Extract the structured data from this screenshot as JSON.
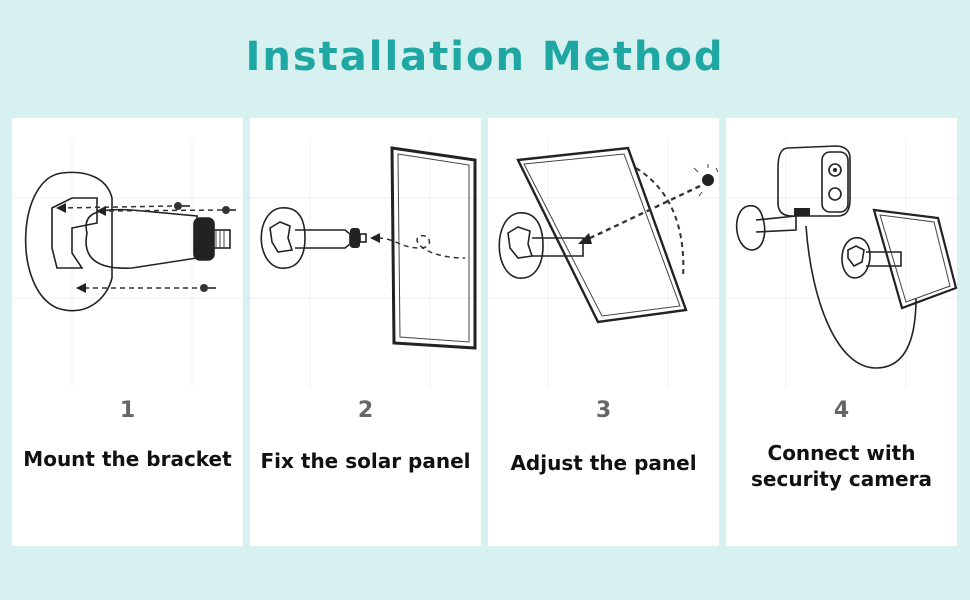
{
  "title": "Installation Method",
  "steps": [
    {
      "number": "1",
      "caption": "Mount the bracket"
    },
    {
      "number": "2",
      "caption": "Fix the solar panel"
    },
    {
      "number": "3",
      "caption": "Adjust the panel"
    },
    {
      "number": "4",
      "caption_line1": "Connect with",
      "caption_line2": "security camera"
    }
  ],
  "colors": {
    "background": "#d7f0f0",
    "title": "#1fa8a3",
    "card": "#ffffff"
  }
}
